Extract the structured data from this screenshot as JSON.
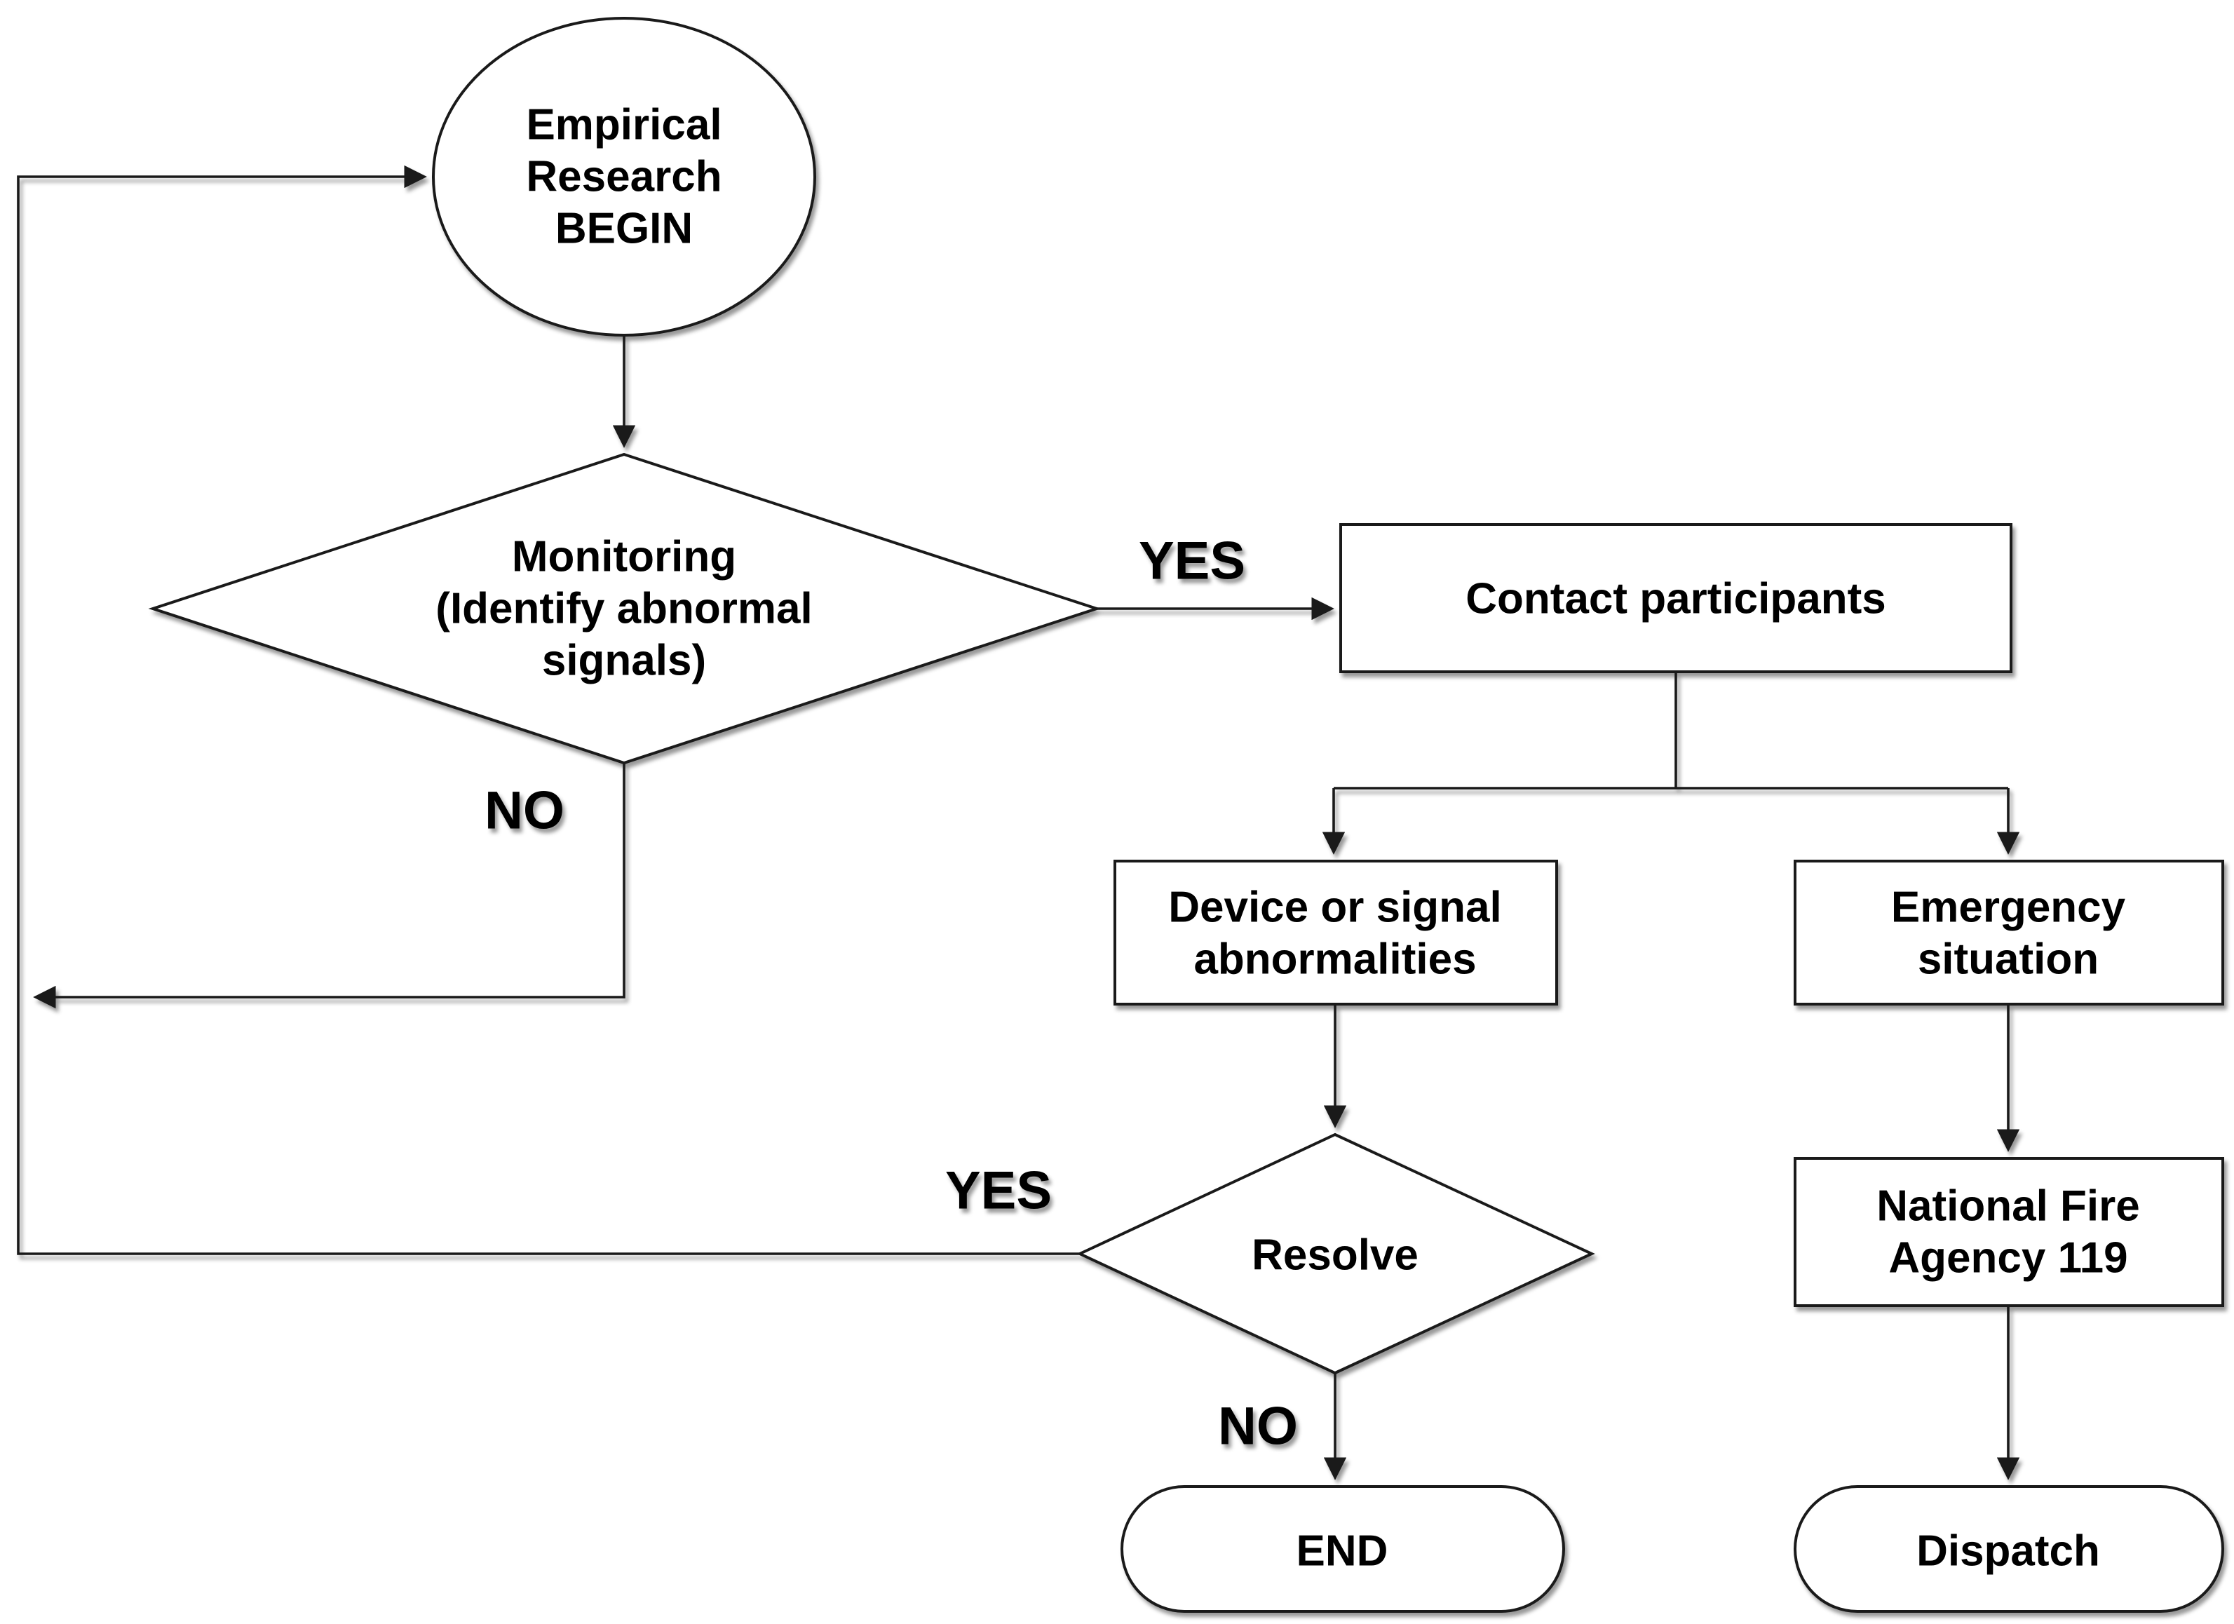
{
  "diagram": {
    "background_color": "#ffffff",
    "line_color": "#1a1a1a",
    "text_color": "#000000",
    "nodes": {
      "begin": {
        "type": "start-ellipse",
        "lines": [
          "Empirical",
          "Research",
          "BEGIN"
        ]
      },
      "monitoring": {
        "type": "decision",
        "lines": [
          "Monitoring",
          "(Identify abnormal",
          "signals)"
        ]
      },
      "contact": {
        "type": "process",
        "lines": [
          "Contact participants"
        ]
      },
      "device": {
        "type": "process",
        "lines": [
          "Device or signal",
          "abnormalities"
        ]
      },
      "emergency": {
        "type": "process",
        "lines": [
          "Emergency",
          "situation"
        ]
      },
      "resolve": {
        "type": "decision",
        "lines": [
          "Resolve"
        ]
      },
      "end": {
        "type": "terminator",
        "lines": [
          "END"
        ]
      },
      "fire_agency": {
        "type": "process",
        "lines": [
          "National Fire",
          "Agency 119"
        ]
      },
      "dispatch": {
        "type": "terminator",
        "lines": [
          "Dispatch"
        ]
      }
    },
    "edge_labels": {
      "monitoring_yes": "YES",
      "monitoring_no": "NO",
      "resolve_yes": "YES",
      "resolve_no": "NO"
    }
  }
}
